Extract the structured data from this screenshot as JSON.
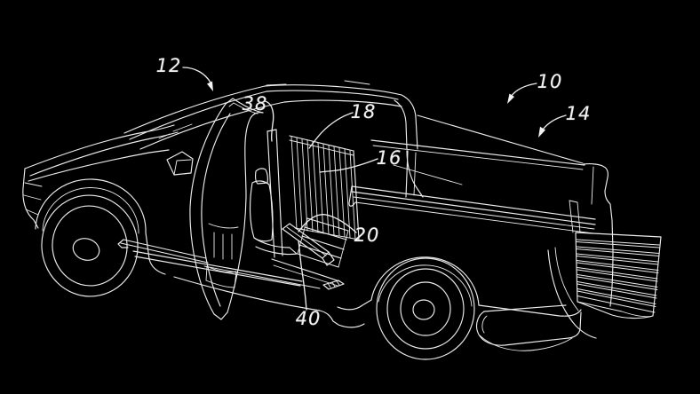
{
  "figure": {
    "description": "Patent-style white line drawing on black of a pickup truck with open cab door, interior slatted partition, step assembly, and extended slatted tailgate panel",
    "background_color": "#000000",
    "line_color": "#ececec",
    "labels": [
      {
        "text": "12"
      },
      {
        "text": "38"
      },
      {
        "text": "18"
      },
      {
        "text": "16"
      },
      {
        "text": "10"
      },
      {
        "text": "14"
      },
      {
        "text": "20"
      },
      {
        "text": "40"
      }
    ]
  }
}
